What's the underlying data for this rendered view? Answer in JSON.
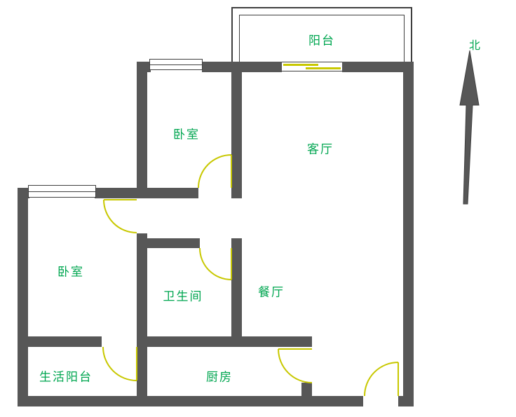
{
  "colors": {
    "wall": "#575757",
    "label": "#00A650",
    "door": "#C8C800",
    "line": "#3F3F3F",
    "background": "#FFFFFF"
  },
  "labels": {
    "balcony": "阳台",
    "north": "北",
    "bedroom_top": "卧室",
    "living_room": "客厅",
    "bedroom_left": "卧室",
    "bathroom": "卫生间",
    "dining_room": "餐厅",
    "service_balcony": "生活阳台",
    "kitchen": "厨房"
  }
}
